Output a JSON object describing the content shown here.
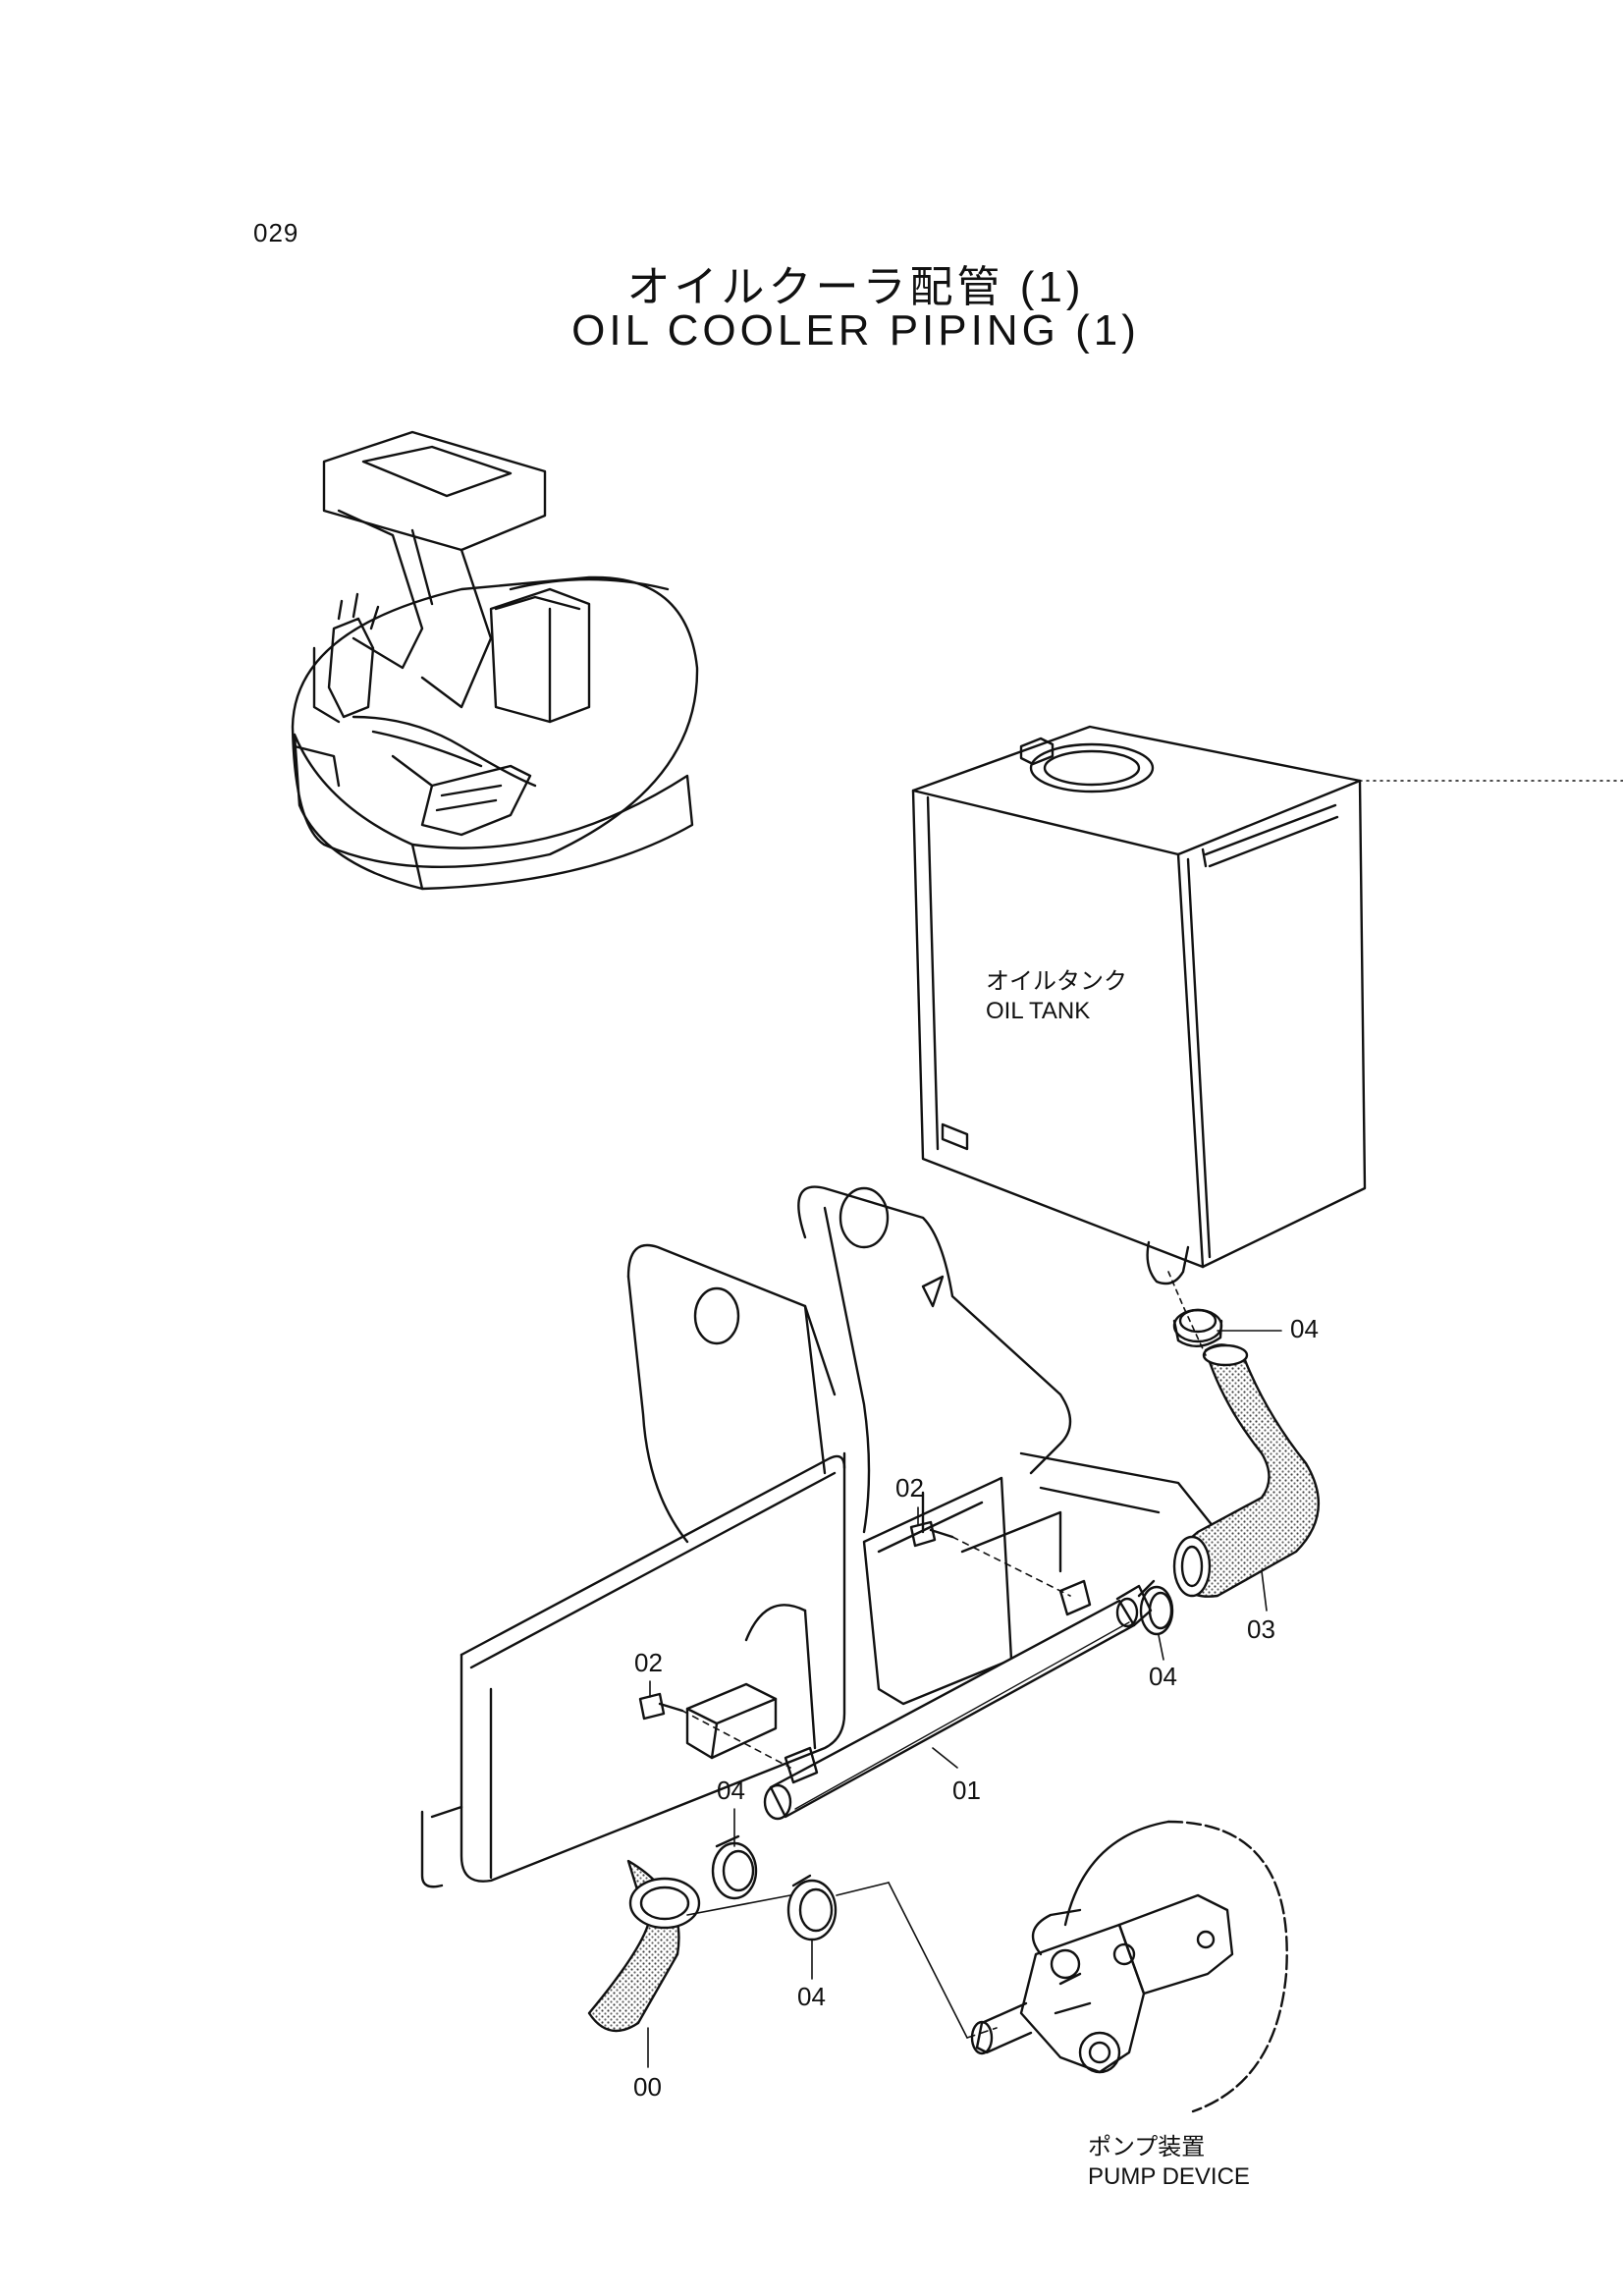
{
  "page_number": "029",
  "title": {
    "jp": "オイルクーラ配管 (1)",
    "en": "OIL COOLER PIPING (1)"
  },
  "labels": {
    "oil_tank": {
      "jp": "オイルタンク",
      "en": "OIL TANK"
    },
    "pump_device": {
      "jp": "ポンプ装置",
      "en": "PUMP DEVICE"
    }
  },
  "callouts": {
    "c00": "00",
    "c01": "01",
    "c02_upper": "02",
    "c02_lower": "02",
    "c03": "03",
    "c04_top": "04",
    "c04_mid": "04",
    "c04_left": "04",
    "c04_bottom": "04"
  }
}
